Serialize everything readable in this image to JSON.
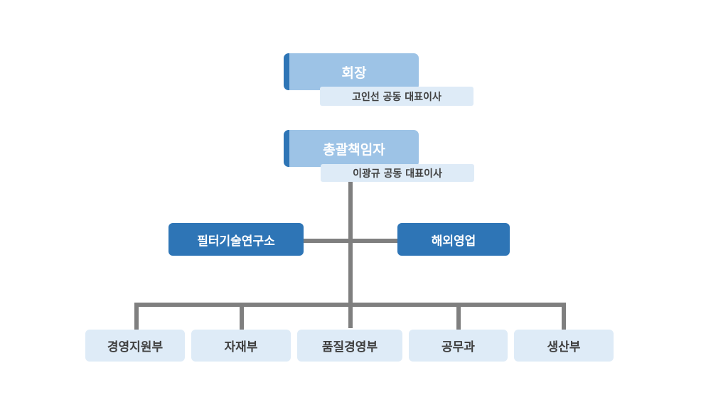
{
  "chairman": {
    "title": "회장",
    "name": "고인선 공동 대표이사"
  },
  "director": {
    "title": "총괄책임자",
    "name": "이광규 공동 대표이사"
  },
  "middle": {
    "left": "필터기술연구소",
    "right": "해외영업"
  },
  "departments": [
    "경영지원부",
    "자재부",
    "품질경영부",
    "공무과",
    "생산부"
  ],
  "colors": {
    "dark_blue": "#2e75b6",
    "mid_blue": "#9dc3e6",
    "light_blue": "#deebf7",
    "connector": "#7f7f7f",
    "dept_text": "#404040"
  }
}
